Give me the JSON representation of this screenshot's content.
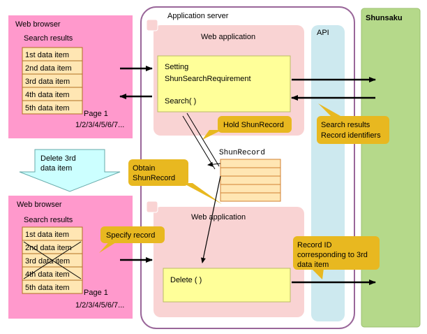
{
  "colors": {
    "browser_bg": "#ff99cc",
    "app_server_border": "#996699",
    "webapp_bg": "#f9d3d3",
    "api_bg": "#cde9ef",
    "shunsaku_bg": "#b5d98a",
    "note_bg": "#ffff99",
    "callout_bg": "#e8b820",
    "record_bg": "#ffe6b3",
    "arrow_bg": "#ccffff"
  },
  "labels": {
    "web_browser_top": "Web browser",
    "search_results_top": "Search results",
    "page_top": "Page 1",
    "pages_top": "1/2/3/4/5/6/7...",
    "delete_arrow_line1": "Delete 3rd",
    "delete_arrow_line2": "data item",
    "web_browser_bottom": "Web browser",
    "search_results_bottom": "Search results",
    "page_bottom": "Page 1",
    "pages_bottom": "1/2/3/4/5/6/7...",
    "app_server": "Application server",
    "web_app_top": "Web application",
    "setting_line1": "Setting",
    "setting_line2": "ShunSearchRequirement",
    "search_call": "Search( )",
    "hold_record": "Hold ShunRecord",
    "shun_record": "ShunRecord",
    "obtain_line1": "Obtain",
    "obtain_line2": "ShunRecord",
    "web_app_bottom": "Web application",
    "specify_record": "Specify record",
    "delete_call": "Delete ( )",
    "api": "API",
    "shunsaku": "Shunsaku",
    "search_results_line1": "Search results",
    "search_results_line2": "Record identifiers",
    "record_id_line1": "Record ID",
    "record_id_line2": "corresponding to 3rd",
    "record_id_line3": "data item"
  },
  "top_items": [
    "1st data item",
    "2nd data item",
    "3rd data item",
    "4th data item",
    "5th data item"
  ],
  "bottom_items": [
    "1st data item",
    "2nd data item",
    "3rd data item",
    "4th data item",
    "5th data item"
  ],
  "struck_items": [
    1,
    2,
    3
  ]
}
